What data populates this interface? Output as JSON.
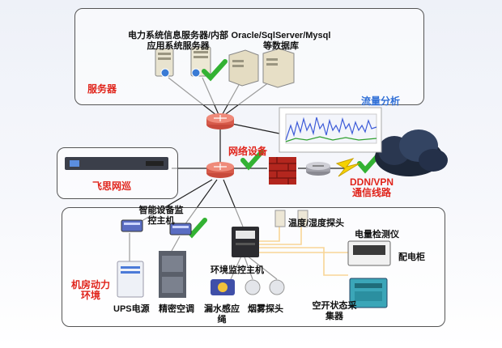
{
  "labels": {
    "info_servers_line1": "电力系统信息服务器/内部",
    "info_servers_line2": "应用系统服务器",
    "db_line1": "Oracle/SqlServer/Mysql",
    "db_line2": "等数据库",
    "servers": "服务器",
    "traffic": "流量分析",
    "network": "网络设备",
    "feisi": "飞思网巡",
    "ddn_line1": "DDN/VPN",
    "ddn_line2": "通信线路",
    "smart_host_line1": "智能设备监",
    "smart_host_line2": "控主机",
    "temp_probe": "温度/湿度探头",
    "meter": "电量检测仪",
    "distribution": "配电柜",
    "env_host": "环境监控主机",
    "power_env_line1": "机房动力",
    "power_env_line2": "环境",
    "ups": "UPS电源",
    "ac": "精密空调",
    "leak_line1": "漏水感应",
    "leak_line2": "绳",
    "smoke": "烟雾探头",
    "breaker_line1": "空开状态采",
    "breaker_line2": "集器"
  },
  "colors": {
    "accent_red": "#e0241b",
    "accent_blue": "#2f6ed6",
    "check_green": "#33b233",
    "panel_border": "#555555"
  },
  "icons": [
    "server-icon",
    "router-icon",
    "firewall-icon",
    "cloud-icon",
    "check-icon",
    "lightning-icon",
    "rack-device-icon",
    "ups-icon",
    "air-conditioner-icon",
    "sensor-icon",
    "meter-icon",
    "controller-icon"
  ]
}
